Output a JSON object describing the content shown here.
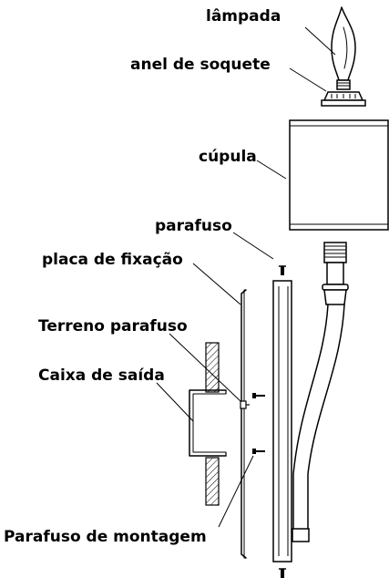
{
  "labels": {
    "lampada": "lâmpada",
    "anel_de_soquete": "anel de soquete",
    "cupula": "cúpula",
    "parafuso": "parafuso",
    "placa_de_fixacao": "placa de fixação",
    "terreno_parafuso": "Terreno parafuso",
    "caixa_de_saida": "Caixa de saída",
    "parafuso_de_montagem": "Parafuso de montagem"
  },
  "colors": {
    "line": "#000000",
    "background": "#ffffff",
    "hatch": "#000000"
  }
}
